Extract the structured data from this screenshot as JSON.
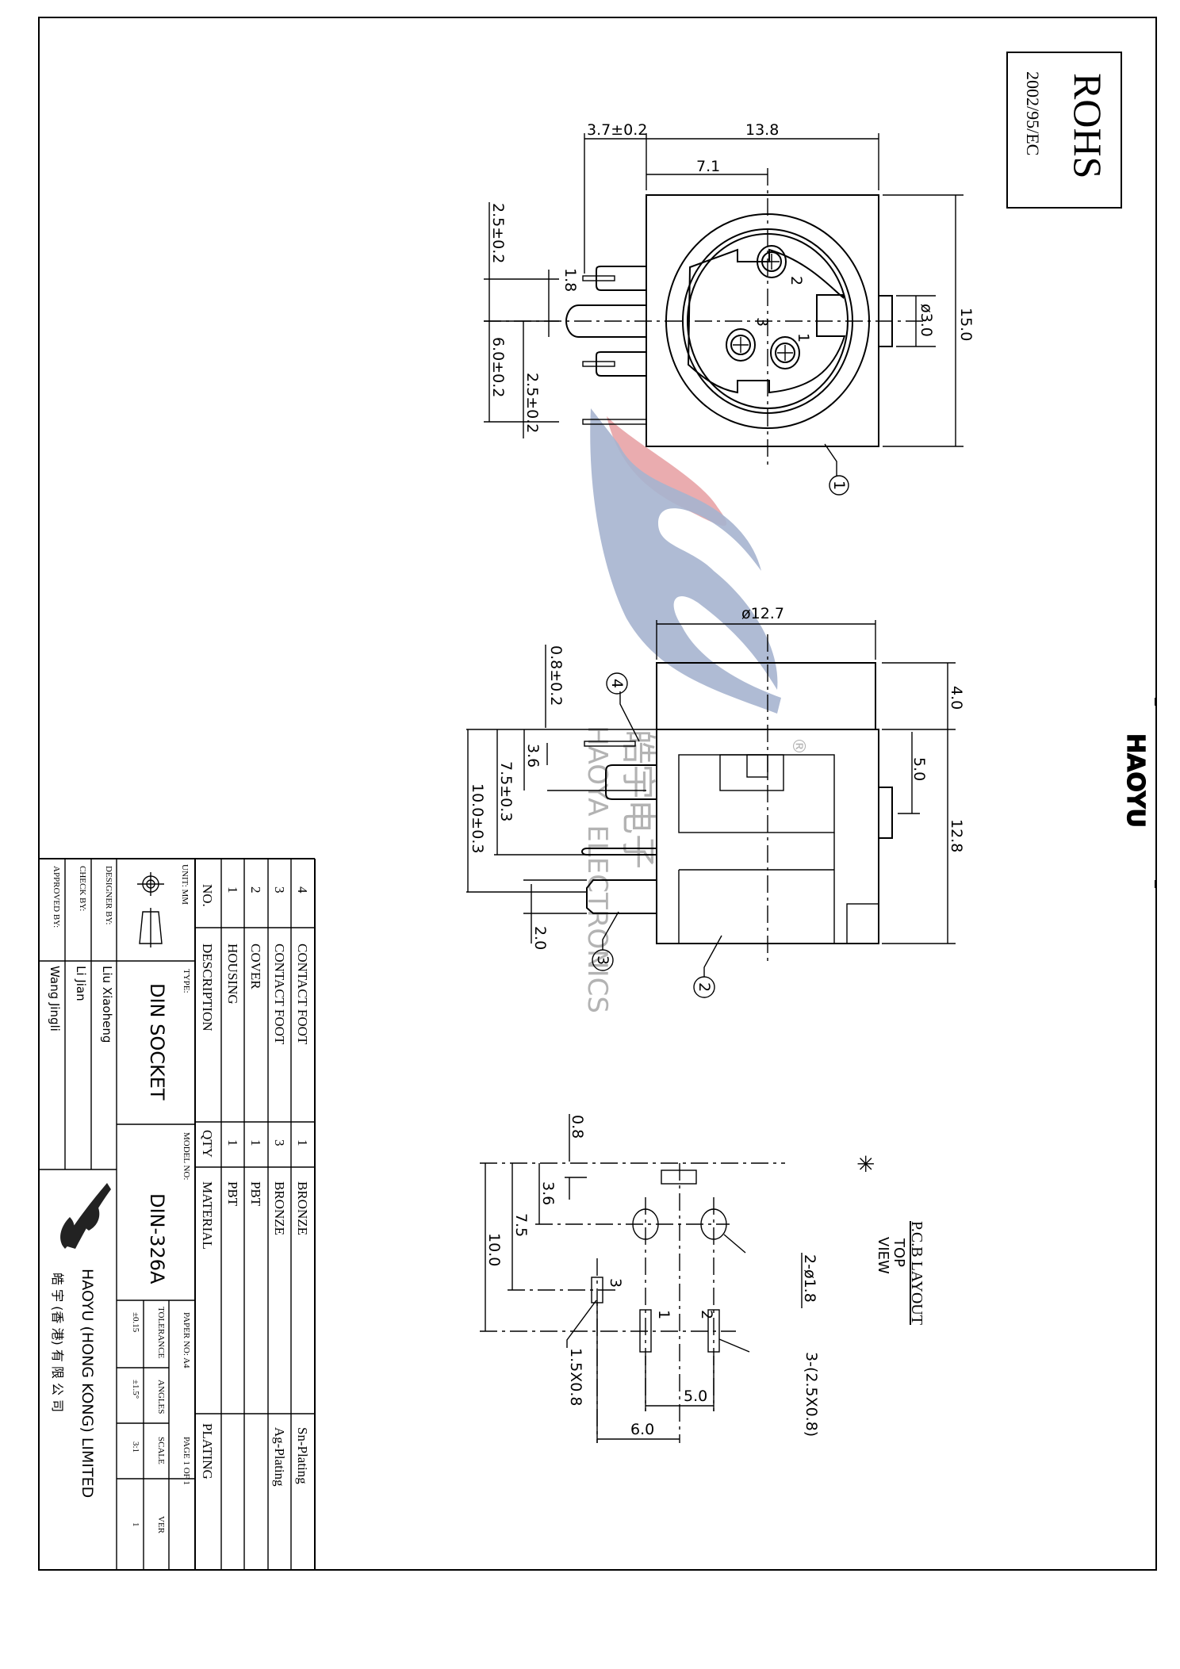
{
  "document": {
    "type": "engineering-drawing",
    "orientation": "rotated-90-clockwise",
    "brand_mark": "HAOYU",
    "watermark": {
      "company_cn": "皓宇电子",
      "company_en": "HAOYA ELECTRONICS",
      "registered": "®",
      "colors": {
        "red": "#e8a3a6",
        "blue": "#a6b4cf",
        "gray": "#9a9a9a"
      }
    }
  },
  "rohs": {
    "title": "ROHS",
    "directive": "2002/95/EC"
  },
  "top_view": {
    "dimensions": {
      "pin_offset": "3.7±0.2",
      "body_length": "13.8",
      "center_offset": "7.1",
      "body_width": "15.0",
      "boss_diameter": "ø3.0",
      "pin_spacing_top": "2.5±0.2",
      "pin_height": "1.8",
      "pin_span": "6.0±0.2",
      "pin_spacing_bottom": "2.5±0.2"
    },
    "pin_labels": [
      "1",
      "2",
      "3"
    ],
    "callout": "1"
  },
  "side_view": {
    "dimensions": {
      "shell_diameter": "ø12.7",
      "shell_height": "4.0",
      "body_height": "12.8",
      "boss_offset": "5.0",
      "lead_offset": "0.8±0.2",
      "lead_a": "3.6",
      "lead_b": "7.5±0.3",
      "lead_c": "10.0±0.3",
      "lead_width": "2.0"
    },
    "callouts": [
      "4",
      "3",
      "2"
    ]
  },
  "pcb_layout": {
    "title": "P.C.B LAYOUT",
    "subtitle_1": "TOP",
    "subtitle_2": "VIEW",
    "datum_mark": "✳",
    "dimensions": {
      "edge_offset": "0.8",
      "row_a": "3.6",
      "row_b": "7.5",
      "row_c": "10.0",
      "pitch_a": "5.0",
      "pitch_b": "6.0"
    },
    "notes": {
      "holes": "2-ø1.8",
      "slots": "3-(2.5X0.8)",
      "slot_small": "1.5X0.8"
    },
    "pin_labels": [
      "1",
      "2",
      "3"
    ]
  },
  "title_block": {
    "bom_headers": {
      "no": "NO.",
      "description": "DESCRIPTION",
      "qty": "QTY",
      "material": "MATERIAL",
      "plating": "PLATING"
    },
    "bom": [
      {
        "no": "1",
        "description": "HOUSING",
        "qty": "1",
        "material": "PBT",
        "plating": ""
      },
      {
        "no": "2",
        "description": "COVER",
        "qty": "1",
        "material": "PBT",
        "plating": ""
      },
      {
        "no": "3",
        "description": "CONTACT FOOT",
        "qty": "3",
        "material": "BRONZE",
        "plating": "Ag-Plating"
      },
      {
        "no": "4",
        "description": "CONTACT FOOT",
        "qty": "1",
        "material": "BRONZE",
        "plating": "Sn-Plating"
      }
    ],
    "unit_label": "UNIT: MM",
    "type_label": "TYPE:",
    "type_value": "DIN SOCKET",
    "model_label": "MODEL NO:",
    "model_value": "DIN-326A",
    "paper_label": "PAPER NO: A4",
    "page_label": "PAGE 1 OF 1",
    "tolerance_label": "TOLERANCE",
    "tolerance_value": "±0.15",
    "angles_label": "ANGLES",
    "angles_value": "±1.5°",
    "scale_label": "SCALE",
    "scale_value": "3:1",
    "ver_label": "VER",
    "ver_value": "1",
    "designer_label": "DESIGNER BY:",
    "designer_value": "Liu Xiaoheng",
    "check_label": "CHECK   BY:",
    "check_value": "Li Jian",
    "approved_label": "APPROVED BY:",
    "approved_value": "Wang Jingli",
    "company_en": "HAOYU (HONG KONG) LIMITED",
    "company_cn": "皓 宇 (香 港) 有 限 公 司"
  }
}
